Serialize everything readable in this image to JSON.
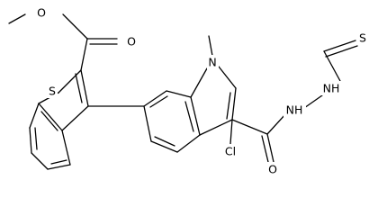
{
  "atoms": {
    "ester_o_single": "O",
    "ester_o_double": "O",
    "thiophene_s": "S",
    "indole_n": "N",
    "chlorine": "Cl",
    "amide_o": "O",
    "hydrazine_nh_1": "NH",
    "hydrazine_nh_2": "NH",
    "thione_s": "S"
  }
}
